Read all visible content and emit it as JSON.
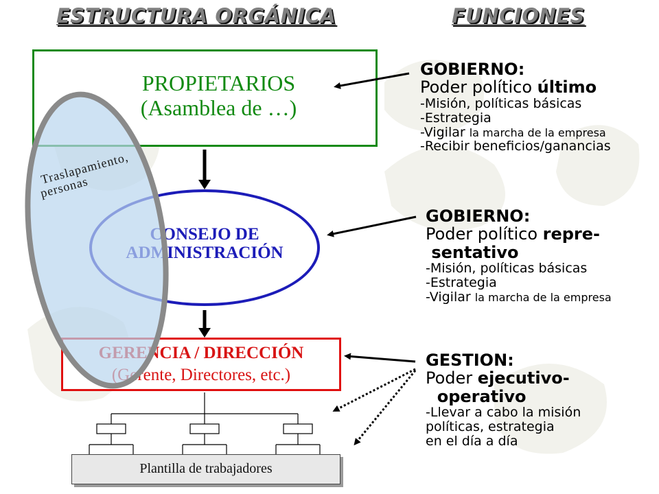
{
  "headers": {
    "structure": "ESTRUCTURA ORGÁNICA",
    "functions": "FUNCIONES"
  },
  "boxes": {
    "owners": {
      "line1": "PROPIETARIOS",
      "line2": "(Asamblea de …)"
    },
    "board": {
      "line1": "CONSEJO DE",
      "line2": "ADMINISTRACIÓN"
    },
    "management": {
      "line1": "GERENCIA / DIRECCIÓN",
      "line2": "(Gerente, Directores, etc.)"
    },
    "workforce": "Plantilla de trabajadores"
  },
  "overlap": {
    "line1": "Traslapamiento,",
    "line2": "personas"
  },
  "functions": {
    "owners": {
      "title": "GOBIERNO:",
      "subtitle_plain": "Poder político ",
      "subtitle_bold": "último",
      "items": [
        {
          "main": "-Misión, políticas básicas",
          "small": ""
        },
        {
          "main": "-Estrategia",
          "small": ""
        },
        {
          "main": "-Vigilar ",
          "small": "la marcha de la empresa"
        },
        {
          "main": "-Recibir beneficios/ganancias",
          "small": ""
        }
      ]
    },
    "board": {
      "title": "GOBIERNO:",
      "subtitle_plain": "Poder político ",
      "subtitle_bold": "repre-",
      "subtitle_bold2": " sentativo",
      "items": [
        {
          "main": "-Misión, políticas básicas",
          "small": ""
        },
        {
          "main": "-Estrategia",
          "small": ""
        },
        {
          "main": "-Vigilar ",
          "small": "la marcha de la empresa"
        }
      ]
    },
    "management": {
      "title": "GESTION:",
      "subtitle_plain": "Poder ",
      "subtitle_bold": "ejecutivo-",
      "subtitle_bold2": "  operativo",
      "items": [
        "-Llevar a cabo la misión",
        "políticas, estrategia",
        "en el día a día"
      ]
    }
  },
  "colors": {
    "owners_border": "#168a16",
    "board_border": "#1c1cb8",
    "management_border": "#e01010",
    "overlap_fill": "#c7dff0",
    "overlap_border": "#8c8c8c"
  }
}
